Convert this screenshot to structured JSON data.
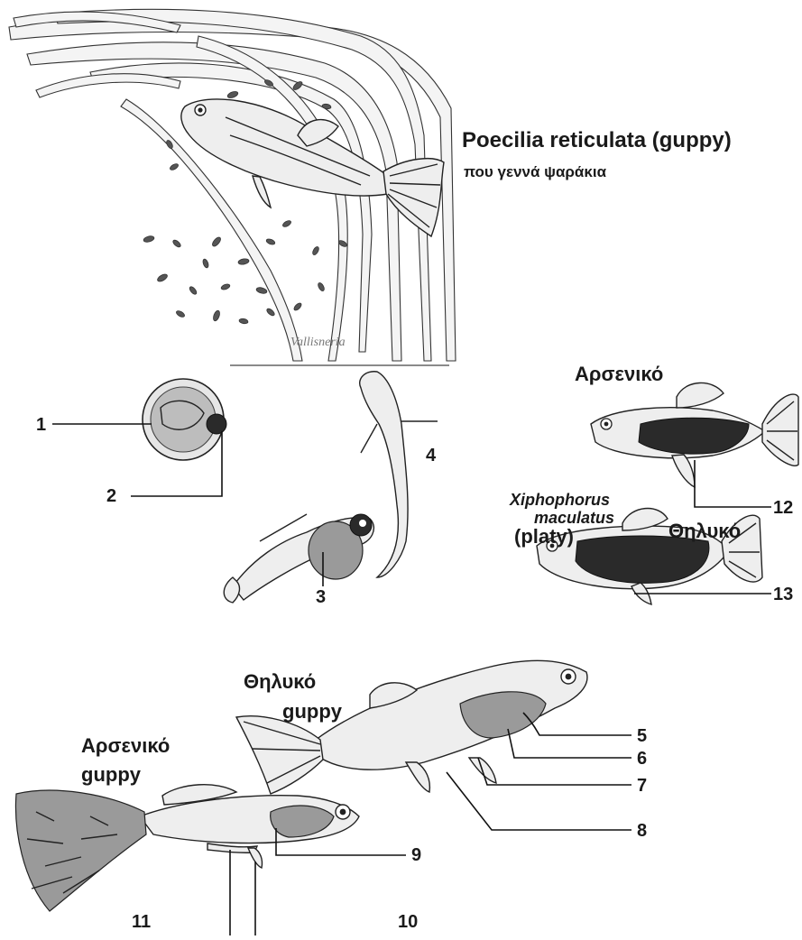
{
  "top_scene": {
    "species_title": "Poecilia reticulata (guppy)",
    "subtitle": "που γεννά ψαράκια",
    "plant_caption": "Vallisneria"
  },
  "platy": {
    "male_label": "Αρσενικό",
    "female_label": "Θηλυκό",
    "sci_name_line1": "Xiphophorus",
    "sci_name_line2": "maculatus",
    "common_name": "(platy)"
  },
  "guppy_pair": {
    "female_label_line1": "Θηλυκό",
    "female_label_line2": "guppy",
    "male_label_line1": "Αρσενικό",
    "male_label_line2": "guppy"
  },
  "callouts": [
    "1",
    "2",
    "3",
    "4",
    "5",
    "6",
    "7",
    "8",
    "9",
    "10",
    "11",
    "12",
    "13"
  ]
}
